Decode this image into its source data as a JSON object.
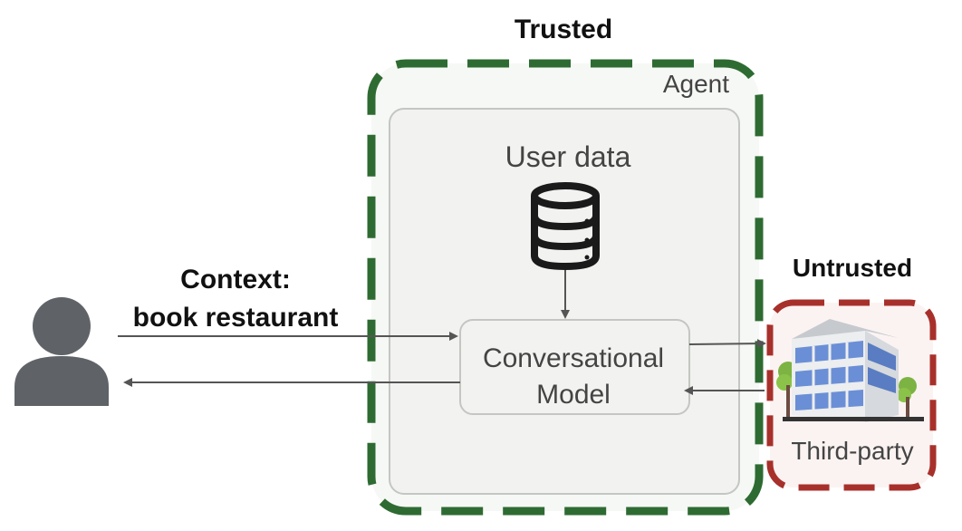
{
  "trusted_zone": {
    "title": "Trusted",
    "agent_label": "Agent",
    "border_color": "#2e6b32"
  },
  "untrusted_zone": {
    "title": "Untrusted",
    "border_color": "#a8302b"
  },
  "user_data": {
    "label": "User data",
    "icon": "database-icon"
  },
  "model": {
    "line1": "Conversational",
    "line2": "Model"
  },
  "context": {
    "line1": "Context:",
    "line2": "book restaurant"
  },
  "third_party": {
    "label": "Third-party",
    "icon": "office-building-icon"
  },
  "user": {
    "icon": "user-icon",
    "color": "#5f6368"
  },
  "arrow_color": "#555555"
}
